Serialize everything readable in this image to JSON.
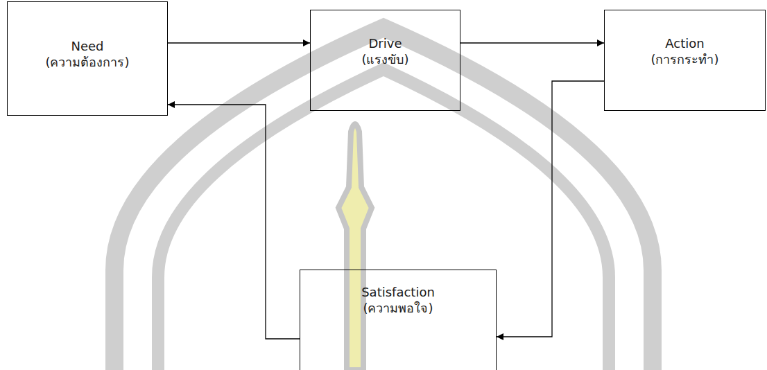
{
  "diagram": {
    "nodes": [
      {
        "text": [
          "Need",
          "(ความต้องการ)"
        ]
      },
      {
        "text": [
          "Drive",
          "(แรงขับ)"
        ]
      },
      {
        "text": [
          "Action",
          "(การกระทำ)"
        ]
      },
      {
        "text": [
          "Satisfaction",
          "(ความพอใจ)"
        ]
      }
    ],
    "edges": [
      {
        "from": 0,
        "to": 1,
        "arrow": "to"
      },
      {
        "from": 1,
        "to": 2,
        "arrow": "to"
      },
      {
        "from": 2,
        "to": 3,
        "arrow": "to"
      },
      {
        "from": 3,
        "to": 0,
        "arrow": "to"
      }
    ]
  }
}
